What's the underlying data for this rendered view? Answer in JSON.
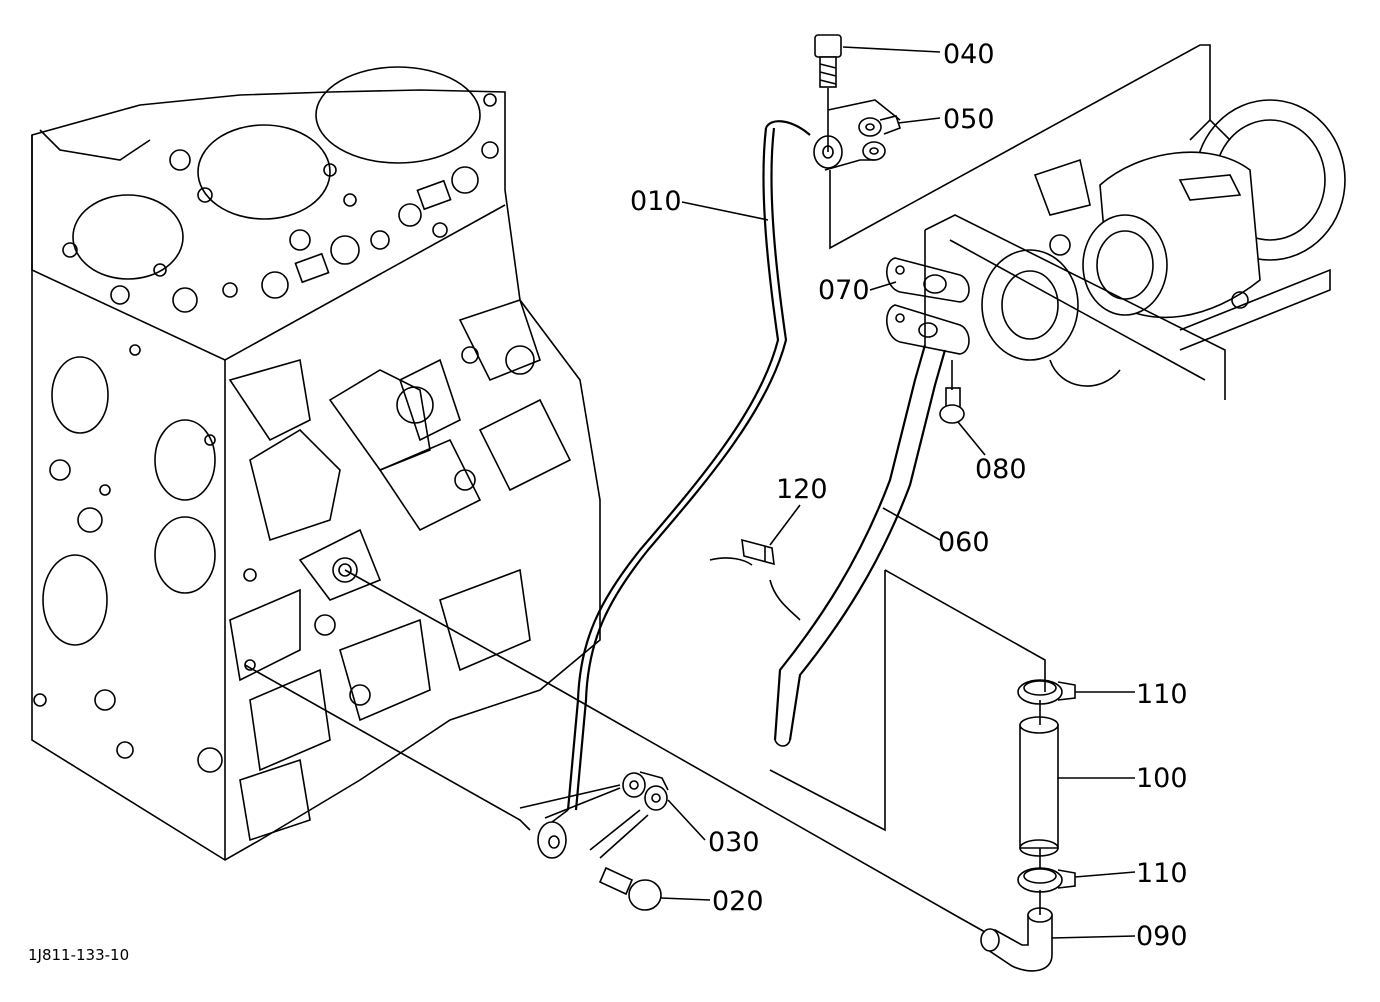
{
  "drawing_code": "1J811-133-10",
  "parts": [
    {
      "id": "p010",
      "label": "010"
    },
    {
      "id": "p020",
      "label": "020"
    },
    {
      "id": "p030",
      "label": "030"
    },
    {
      "id": "p040",
      "label": "040"
    },
    {
      "id": "p050",
      "label": "050"
    },
    {
      "id": "p060",
      "label": "060"
    },
    {
      "id": "p070",
      "label": "070"
    },
    {
      "id": "p080",
      "label": "080"
    },
    {
      "id": "p090",
      "label": "090"
    },
    {
      "id": "p100",
      "label": "100"
    },
    {
      "id": "p110a",
      "label": "110"
    },
    {
      "id": "p110b",
      "label": "110"
    },
    {
      "id": "p120",
      "label": "120"
    }
  ]
}
